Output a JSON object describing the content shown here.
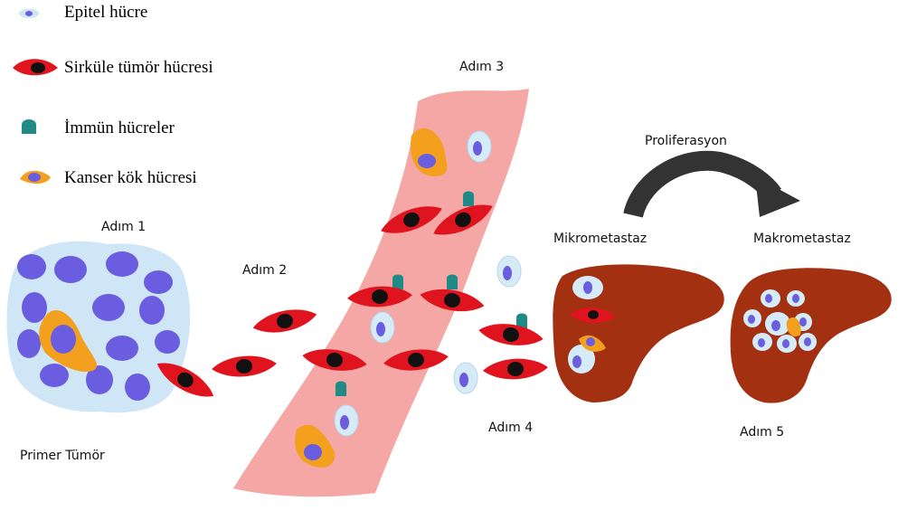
{
  "legend": [
    {
      "label": "Epitel hücre",
      "icon": "epithelial-cell-icon"
    },
    {
      "label": "Sirküle tümör hücresi",
      "icon": "circulating-tumor-cell-icon"
    },
    {
      "label": "İmmün hücreler",
      "icon": "immune-cell-icon"
    },
    {
      "label": "Kanser kök hücresi",
      "icon": "cancer-stem-cell-icon"
    }
  ],
  "steps": {
    "step1": "Adım 1",
    "step2": "Adım 2",
    "step3": "Adım 3",
    "step4": "Adım 4",
    "step5": "Adım 5"
  },
  "labels": {
    "primary_tumor": "Primer Tümör",
    "micrometastasis": "Mikrometastaz",
    "macrometastasis": "Makrometastaz",
    "proliferation": "Proliferasyon"
  },
  "colors": {
    "epithelial_fill": "#cfe6f7",
    "nucleus": "#6b5de0",
    "tumor_cell": "#e0141e",
    "tumor_nucleus": "#111111",
    "immune": "#1f8a86",
    "stem_cell": "#f2a01e",
    "vessel": "#f4a7a5",
    "liver": "#a33011",
    "arrow": "#333333"
  }
}
